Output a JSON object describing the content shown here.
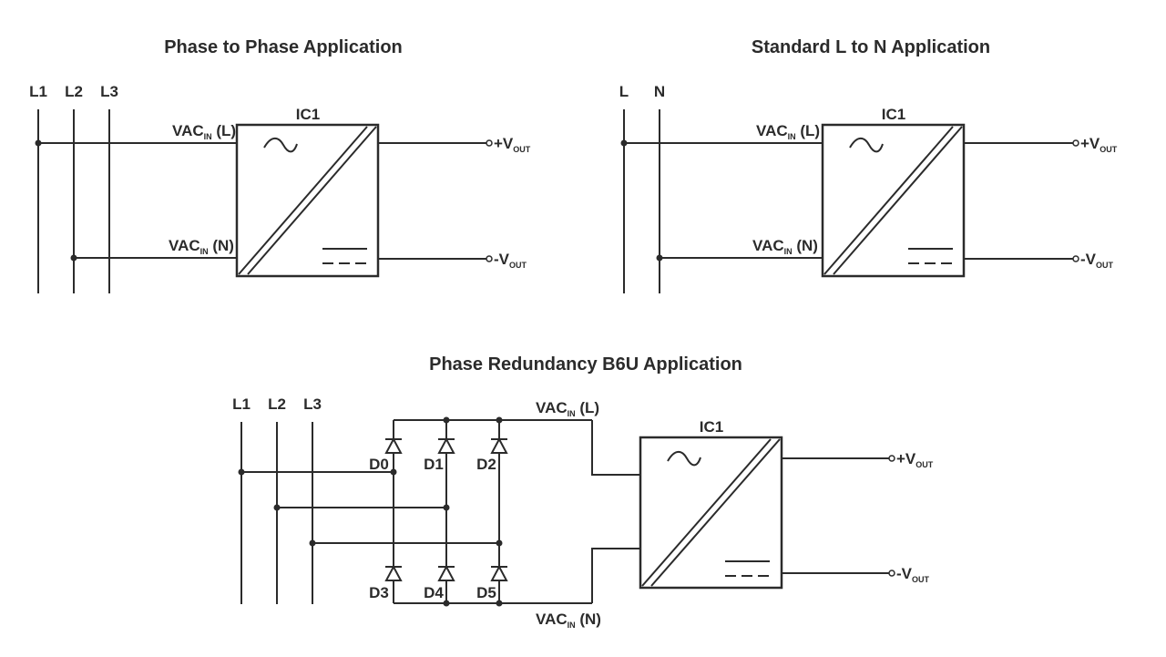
{
  "titles": {
    "phase_to_phase": "Phase to Phase Application",
    "standard_ln": "Standard L to N Application",
    "b6u": "Phase Redundancy B6U Application"
  },
  "lines": {
    "l1": "L1",
    "l2": "L2",
    "l3": "L3",
    "l": "L",
    "n": "N"
  },
  "ic_label": "IC1",
  "inputs": {
    "vac": "VAC",
    "in_sub": "IN",
    "l_suffix": " (L)",
    "n_suffix": " (N)"
  },
  "outputs": {
    "plus_v": "+V",
    "minus_v": "-V",
    "out_sub": "OUT"
  },
  "diodes": [
    "D0",
    "D1",
    "D2",
    "D3",
    "D4",
    "D5"
  ]
}
